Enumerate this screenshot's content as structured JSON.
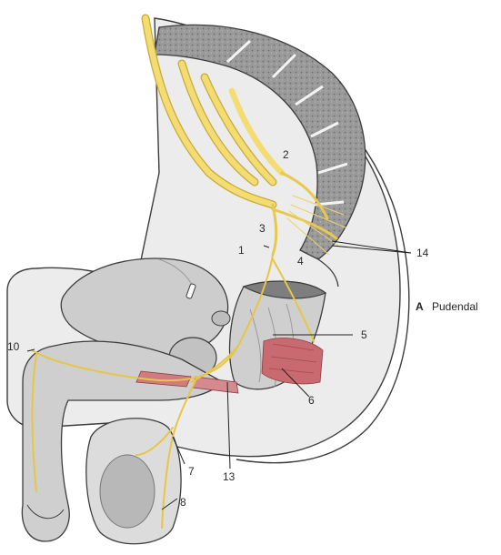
{
  "figure": {
    "labels": {
      "l1": "1",
      "l2": "2",
      "l3": "3",
      "l4": "4",
      "l5": "5",
      "l6": "6",
      "l7": "7",
      "l8": "8",
      "l10": "10",
      "l13": "13",
      "l14": "14"
    },
    "caption": {
      "letter": "A",
      "text": "Pudendal"
    }
  },
  "colors": {
    "nerve": "#f3dc72",
    "nerve_edge": "#c9a93a",
    "bone": "#8d8d8d",
    "tissue": "#d8d8d8",
    "tissue_dark": "#b9b9b9",
    "muscle": "#cf7b80",
    "outline": "#3d3d3d"
  }
}
